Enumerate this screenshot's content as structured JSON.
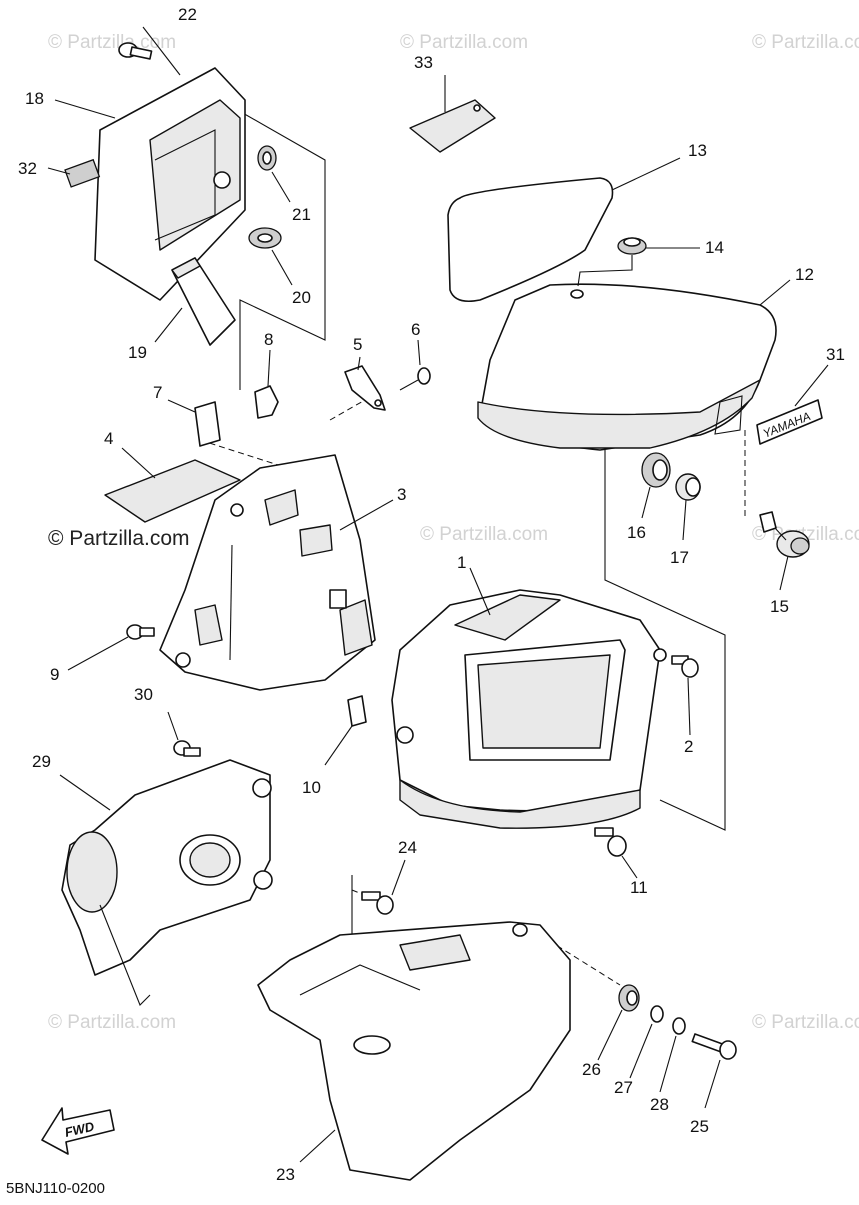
{
  "diagram": {
    "code": "5BNJ110-0200",
    "fwd_label": "FWD",
    "decal_text": "YAMAHA",
    "watermark_main": "© Partzilla.com",
    "watermark_faint": "© Partzilla.com",
    "callouts": {
      "c1": "1",
      "c2": "2",
      "c3": "3",
      "c4": "4",
      "c5": "5",
      "c6": "6",
      "c7": "7",
      "c8": "8",
      "c9": "9",
      "c10": "10",
      "c11": "11",
      "c12": "12",
      "c13": "13",
      "c14": "14",
      "c15": "15",
      "c16": "16",
      "c17": "17",
      "c18": "18",
      "c19": "19",
      "c20": "20",
      "c21": "21",
      "c22": "22",
      "c23": "23",
      "c24": "24",
      "c25": "25",
      "c26": "26",
      "c27": "27",
      "c28": "28",
      "c29": "29",
      "c30": "30",
      "c31": "31",
      "c32": "32",
      "c33": "33"
    }
  }
}
